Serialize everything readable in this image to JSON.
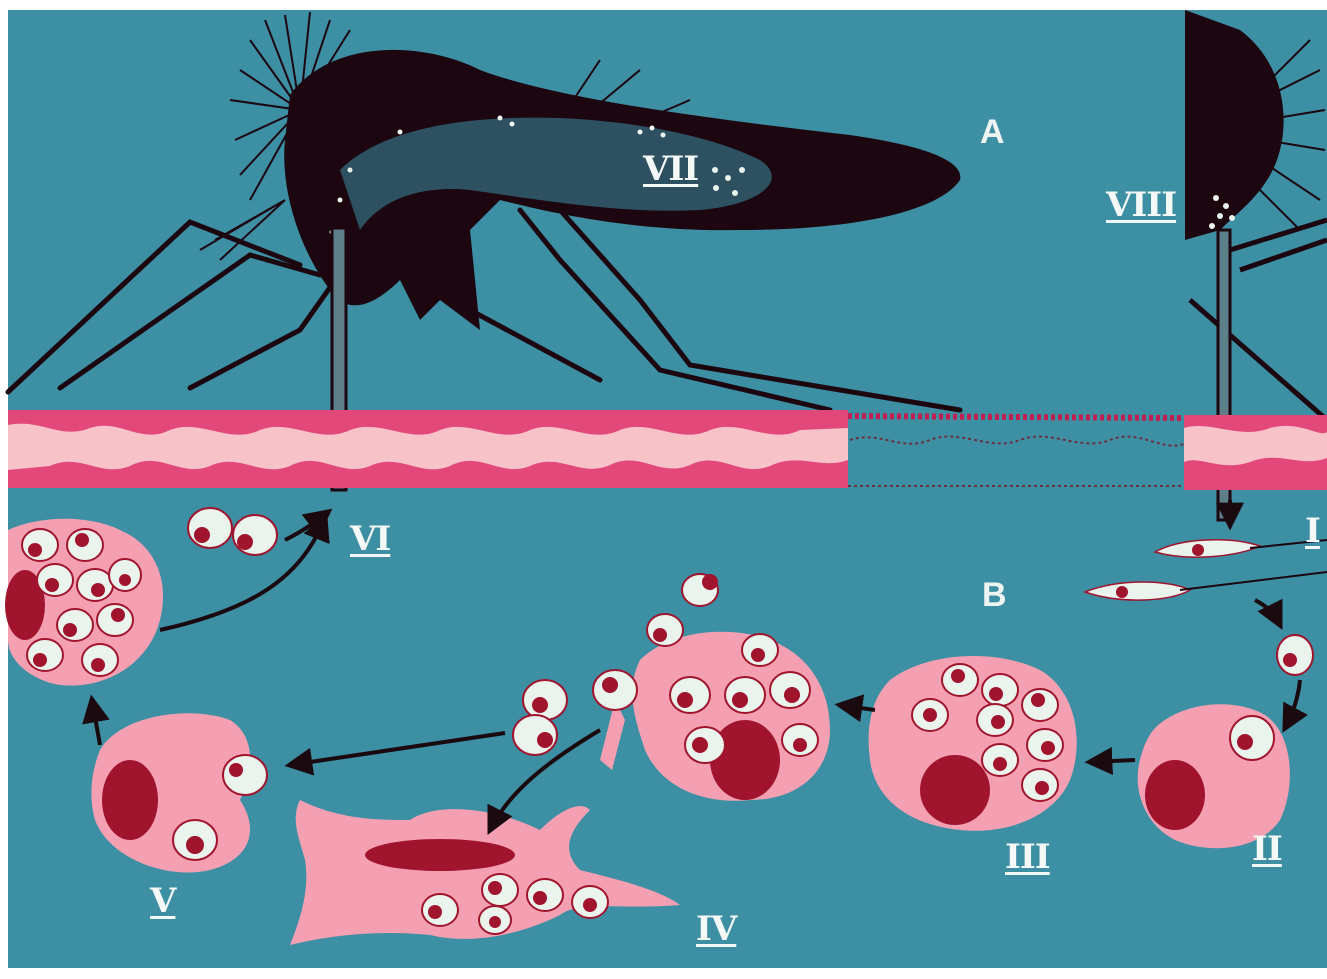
{
  "section_labels": {
    "a": "A",
    "b": "B"
  },
  "stage_labels": {
    "i": "I",
    "ii": "II",
    "iii": "III",
    "iv": "IV",
    "v": "V",
    "vi": "VI",
    "vii": "VII",
    "viii": "VIII"
  },
  "colors": {
    "background": "#3d8fa3",
    "mosquito": "#1c0610",
    "skin_pink": "#f07a9a",
    "skin_light": "#f8c2c9",
    "cell_pink": "#f4a0b2",
    "nucleus": "#a0142e",
    "parasite_white": "#eaf3ec",
    "arrow": "#1a0a10"
  }
}
